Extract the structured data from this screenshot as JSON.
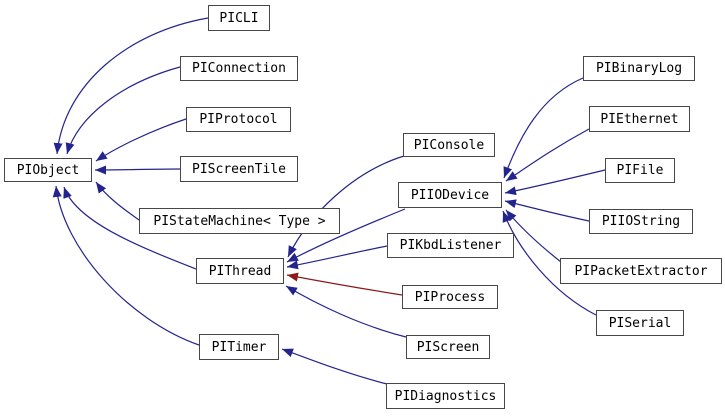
{
  "diagram": {
    "kind": "class-inheritance-graph",
    "colors": {
      "background": "#ffffff",
      "node_background": "#ffffff",
      "node_border": "#474747",
      "node_text": "#000000",
      "inheritance_arrow_blue": "#24248e",
      "inheritance_arrow_red": "#8b1a1a"
    },
    "nodes": [
      {
        "label": "PIObject"
      },
      {
        "label": "PICLI"
      },
      {
        "label": "PIConnection"
      },
      {
        "label": "PIProtocol"
      },
      {
        "label": "PIScreenTile"
      },
      {
        "label": "PIStateMachine< Type >"
      },
      {
        "label": "PIThread"
      },
      {
        "label": "PITimer"
      },
      {
        "label": "PIConsole"
      },
      {
        "label": "PIIODevice"
      },
      {
        "label": "PIKbdListener"
      },
      {
        "label": "PIProcess"
      },
      {
        "label": "PIScreen"
      },
      {
        "label": "PIDiagnostics"
      },
      {
        "label": "PIBinaryLog"
      },
      {
        "label": "PIEthernet"
      },
      {
        "label": "PIFile"
      },
      {
        "label": "PIIOString"
      },
      {
        "label": "PIPacketExtractor"
      },
      {
        "label": "PISerial"
      }
    ],
    "edges": [
      {
        "from": "PICLI",
        "to": "PIObject",
        "style": "solid-blue"
      },
      {
        "from": "PIConnection",
        "to": "PIObject",
        "style": "solid-blue"
      },
      {
        "from": "PIProtocol",
        "to": "PIObject",
        "style": "solid-blue"
      },
      {
        "from": "PIScreenTile",
        "to": "PIObject",
        "style": "solid-blue"
      },
      {
        "from": "PIStateMachine< Type >",
        "to": "PIObject",
        "style": "solid-blue"
      },
      {
        "from": "PIThread",
        "to": "PIObject",
        "style": "solid-blue"
      },
      {
        "from": "PITimer",
        "to": "PIObject",
        "style": "solid-blue"
      },
      {
        "from": "PIConsole",
        "to": "PIThread",
        "style": "solid-blue"
      },
      {
        "from": "PIIODevice",
        "to": "PIThread",
        "style": "solid-blue"
      },
      {
        "from": "PIKbdListener",
        "to": "PIThread",
        "style": "solid-blue"
      },
      {
        "from": "PIProcess",
        "to": "PIThread",
        "style": "solid-red"
      },
      {
        "from": "PIScreen",
        "to": "PIThread",
        "style": "solid-blue"
      },
      {
        "from": "PIDiagnostics",
        "to": "PITimer",
        "style": "solid-blue"
      },
      {
        "from": "PIBinaryLog",
        "to": "PIIODevice",
        "style": "solid-blue"
      },
      {
        "from": "PIEthernet",
        "to": "PIIODevice",
        "style": "solid-blue"
      },
      {
        "from": "PIFile",
        "to": "PIIODevice",
        "style": "solid-blue"
      },
      {
        "from": "PIIOString",
        "to": "PIIODevice",
        "style": "solid-blue"
      },
      {
        "from": "PIPacketExtractor",
        "to": "PIIODevice",
        "style": "solid-blue"
      },
      {
        "from": "PISerial",
        "to": "PIIODevice",
        "style": "solid-blue"
      }
    ]
  }
}
